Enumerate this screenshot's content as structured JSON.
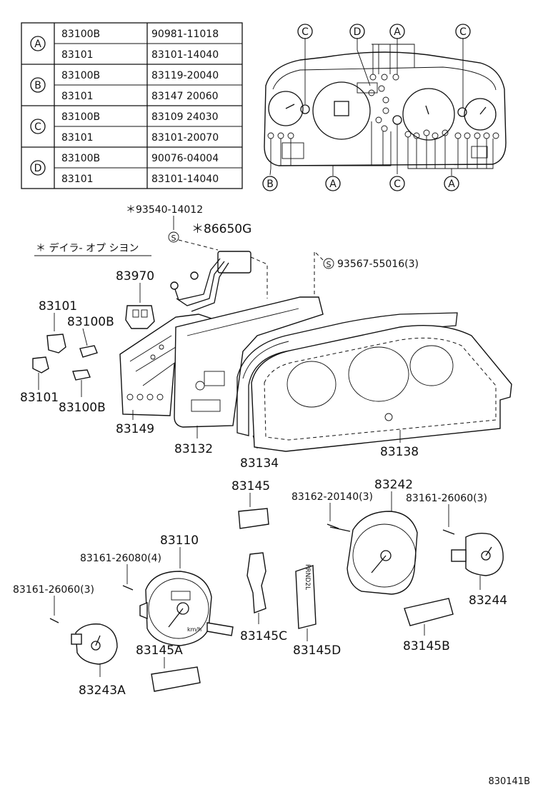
{
  "table": {
    "rows": [
      {
        "group": "A",
        "a": "83100B",
        "b": "90981-11018"
      },
      {
        "group": "",
        "a": "83101",
        "b": "83101-14040"
      },
      {
        "group": "B",
        "a": "83100B",
        "b": "83119-20040"
      },
      {
        "group": "",
        "a": "83101",
        "b": "83147 20060"
      },
      {
        "group": "C",
        "a": "83100B",
        "b": "83109 24030"
      },
      {
        "group": "",
        "a": "83101",
        "b": "83101-20070"
      },
      {
        "group": "D",
        "a": "83100B",
        "b": "90076-04004"
      },
      {
        "group": "",
        "a": "83101",
        "b": "83101-14040"
      }
    ]
  },
  "overview": {
    "markers": {
      "c_left": "C",
      "d_top": "D",
      "a_top": "A",
      "c_right": "C",
      "b_bottom": "B",
      "a_bottom_left": "A",
      "c_bottom": "C",
      "a_bottom_right": "A"
    }
  },
  "note": {
    "dealer_option": "＊ デイラ- オプ シヨン",
    "star_93540": "＊93540-14012",
    "star_86650G": "＊86650G",
    "screw_93567": "93567-55016(3)",
    "screw_symbol": "S"
  },
  "labels": {
    "p83970": "83970",
    "p83101_a": "83101",
    "p83100B_a": "83100B",
    "p83101_b": "83101",
    "p83100B_b": "83100B",
    "p83149": "83149",
    "p83132": "83132",
    "p83134": "83134",
    "p83138": "83138",
    "p83145": "83145",
    "p83242": "83242",
    "p83162": "83162-20140(3)",
    "p83161_right": "83161-26060(3)",
    "p83110": "83110",
    "p83161_4": "83161-26080(4)",
    "p83161_left": "83161-26060(3)",
    "p83244": "83244",
    "p83145C": "83145C",
    "p83145D": "83145D",
    "p83145A": "83145A",
    "p83145B": "83145B",
    "p83243A": "83243A",
    "gauge_unit": "km/h",
    "shift_letters": "PRND2L"
  },
  "footer": {
    "code": "830141B"
  }
}
